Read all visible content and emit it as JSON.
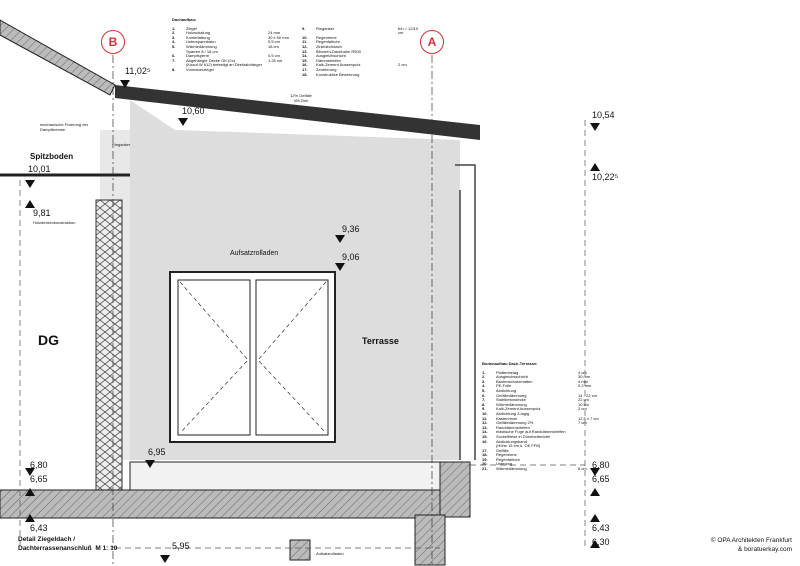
{
  "axes": {
    "left": "B",
    "right": "A"
  },
  "roof_legend": {
    "title": "Dachaufbau:",
    "items": [
      [
        "1.",
        "Ziegel",
        ""
      ],
      [
        "2.",
        "Holzschalung",
        "24 mm"
      ],
      [
        "3.",
        "Konterlattung",
        "30 x 50 mm"
      ],
      [
        "4.",
        "Unterspannbahn",
        "0,5 cm"
      ],
      [
        "5.",
        "Wärmedämmung",
        "18 cm"
      ],
      [
        "",
        "Sparren 8 / 18 cm",
        ""
      ],
      [
        "6.",
        "Dampfsperre",
        "0,5 cm"
      ],
      [
        "7.",
        "Abgehängte Decke GK (2x)",
        "1,25 cm"
      ],
      [
        "",
        "(Knauf W 612) befestigt an Direktabhänger",
        ""
      ],
      [
        "8.",
        "Vormauerziegel",
        ""
      ],
      [
        "9.",
        "Ringanker",
        "b/h = 12/10 cm"
      ],
      [
        "10.",
        "Regenrinne",
        ""
      ],
      [
        "11.",
        "Regenfallrohr",
        ""
      ],
      [
        "12.",
        "Zinkblechdach",
        ""
      ],
      [
        "13.",
        "Bitumen-Dachbahn R500",
        ""
      ],
      [
        "14.",
        "Ausgleichschicht",
        ""
      ],
      [
        "15.",
        "Dämmstreifen",
        ""
      ],
      [
        "16.",
        "Kalk-Zement Aussenputz",
        "2 cm"
      ],
      [
        "17.",
        "Zentrierung",
        ""
      ],
      [
        "18.",
        "Konstruktive Bewehrung",
        ""
      ]
    ]
  },
  "floor_legend": {
    "title": "Bodenaufbau Dach-Terrasse:",
    "items": [
      [
        "1.",
        "Plattenbelag",
        "4 cm"
      ],
      [
        "2.",
        "Ausgleichsschicht",
        "30 mm"
      ],
      [
        "3.",
        "Bautenschutzmatten",
        "4 mm"
      ],
      [
        "4.",
        "PE-Folie",
        "0,2 mm"
      ],
      [
        "5.",
        "Abdichtung",
        ""
      ],
      [
        "6.",
        "Gefälledämmung",
        "14 - 22 cm"
      ],
      [
        "7.",
        "Stahlbetondecke",
        "22 cm"
      ],
      [
        "8.",
        "Wärmedämmung",
        "10 cm"
      ],
      [
        "9.",
        "Kalk-Zement Aussenputz",
        "2 cm"
      ],
      [
        "10.",
        "Abdichtung 3-lagig",
        ""
      ],
      [
        "11.",
        "Kastenrinne",
        "12,5 x 7 cm"
      ],
      [
        "12.",
        "Gefälledämmung 2%",
        "7 cm"
      ],
      [
        "13.",
        "Randdämmstreifen",
        ""
      ],
      [
        "14.",
        "elastische Fuge auf Randdämmstreifen",
        ""
      ],
      [
        "15.",
        "Sockelfliese in Dünnbettmörtel",
        ""
      ],
      [
        "16.",
        "Abdichtungsband",
        ""
      ],
      [
        "",
        "(Höhe 15 cm ü. OK FFB)",
        ""
      ],
      [
        "17.",
        "Gefälle",
        ""
      ],
      [
        "18.",
        "Regenrinne",
        ""
      ],
      [
        "19.",
        "Regenfallrohr",
        ""
      ],
      [
        "20.",
        "Unterzug",
        ""
      ],
      [
        "21.",
        "Wärmedämmung",
        "8 cm"
      ]
    ]
  },
  "levels": {
    "ridge": "11,02⁵",
    "eave": "10,60",
    "right_top": "10,54",
    "right_mid": "10,22⁵",
    "attic": "10,01",
    "attic_low": "9,81",
    "lintel": "9,36",
    "lintel_low": "9,06",
    "sill": "6,95",
    "floor_left": "6,80",
    "floor_left2": "6,65",
    "slab_left": "6,43",
    "bottom": "5,95",
    "floor_right": "6,80",
    "floor_right2": "6,65",
    "slab_right": "6,43",
    "slab_right2": "6,30"
  },
  "labels": {
    "attic": "Spitzboden",
    "room": "DG",
    "terrace": "Terrasse",
    "shutter": "Aufsatzrolladen",
    "shutter_small": "Aufsatzrolladen",
    "slope": "12% Gefälle",
    "zinc": "VM Zink",
    "fixing": "mechanische Fixierung der Dampfbremse",
    "ring": "Ringanker",
    "wood": "Holzdeckenkonstruktion"
  },
  "title": {
    "line1": "Detail Ziegeldach /",
    "line2": "Dachterrassenanschluß",
    "scale": "M 1: 10"
  },
  "credit": {
    "line1": "© OPA Architekten Frankfurt",
    "line2": "& boratuerkay.com"
  }
}
